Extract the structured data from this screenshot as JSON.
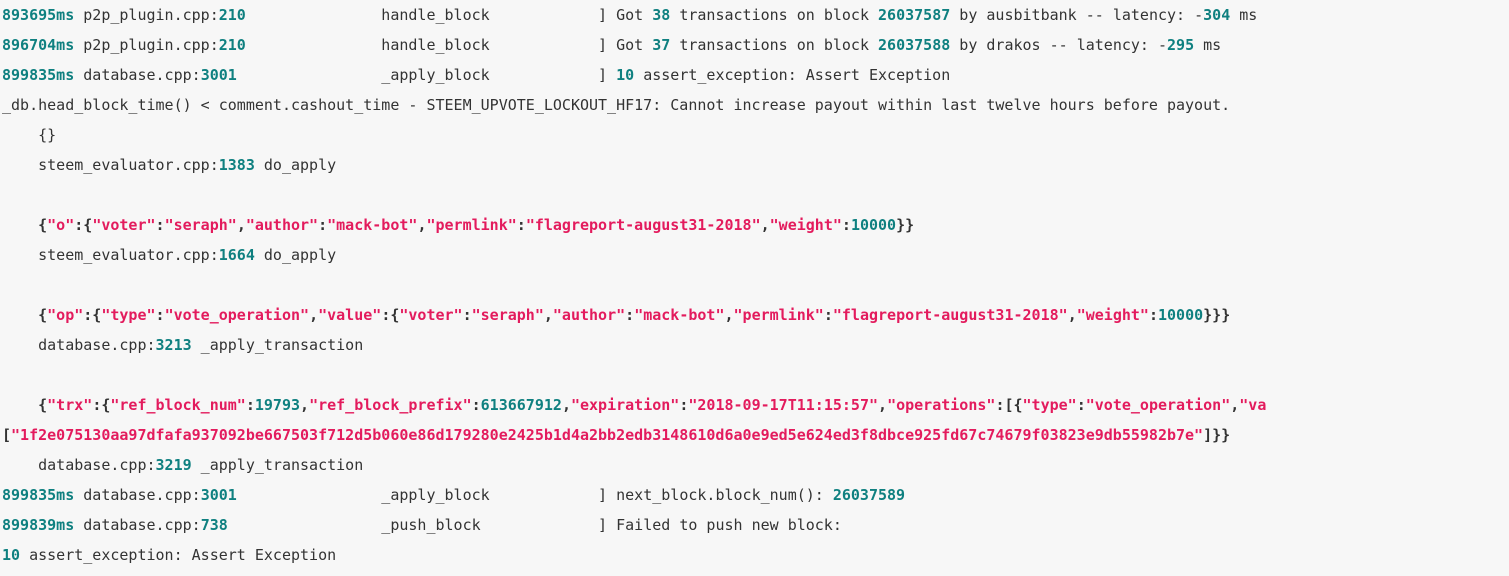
{
  "console": {
    "title": "steemd node log output",
    "background_color": "#f7f7f7",
    "colors": {
      "timestamp": "#0f8080",
      "number": "#0f8080",
      "string": "#e31b5d",
      "text": "#333333",
      "punct": "#333333"
    },
    "lines": [
      {
        "id": "line-1",
        "tokens": [
          {
            "type": "time",
            "text": "893695ms"
          },
          {
            "type": "text",
            "text": " p2p_plugin.cpp:"
          },
          {
            "type": "num",
            "text": "210"
          },
          {
            "type": "text",
            "text": "               handle_block            ] Got "
          },
          {
            "type": "num",
            "text": "38"
          },
          {
            "type": "text",
            "text": " transactions on block "
          },
          {
            "type": "num",
            "text": "26037587"
          },
          {
            "type": "text",
            "text": " by ausbitbank -- latency: -"
          },
          {
            "type": "num",
            "text": "304"
          },
          {
            "type": "text",
            "text": " ms"
          }
        ]
      },
      {
        "id": "line-2",
        "tokens": [
          {
            "type": "time",
            "text": "896704ms"
          },
          {
            "type": "text",
            "text": " p2p_plugin.cpp:"
          },
          {
            "type": "num",
            "text": "210"
          },
          {
            "type": "text",
            "text": "               handle_block            ] Got "
          },
          {
            "type": "num",
            "text": "37"
          },
          {
            "type": "text",
            "text": " transactions on block "
          },
          {
            "type": "num",
            "text": "26037588"
          },
          {
            "type": "text",
            "text": " by drakos -- latency: -"
          },
          {
            "type": "num",
            "text": "295"
          },
          {
            "type": "text",
            "text": " ms"
          }
        ]
      },
      {
        "id": "line-3",
        "tokens": [
          {
            "type": "time",
            "text": "899835ms"
          },
          {
            "type": "text",
            "text": " database.cpp:"
          },
          {
            "type": "num",
            "text": "3001"
          },
          {
            "type": "text",
            "text": "                _apply_block            ] "
          },
          {
            "type": "num",
            "text": "10"
          },
          {
            "type": "text",
            "text": " assert_exception: Assert Exception"
          }
        ]
      },
      {
        "id": "line-4",
        "tokens": [
          {
            "type": "text",
            "text": "_db.head_block_time() < comment.cashout_time - STEEM_UPVOTE_LOCKOUT_HF17: Cannot increase payout within last twelve hours before payout."
          }
        ]
      },
      {
        "id": "line-5",
        "tokens": [
          {
            "type": "text",
            "text": "    {}"
          }
        ]
      },
      {
        "id": "line-6",
        "tokens": [
          {
            "type": "text",
            "text": "    steem_evaluator.cpp:"
          },
          {
            "type": "num",
            "text": "1383"
          },
          {
            "type": "text",
            "text": " do_apply"
          }
        ]
      },
      {
        "id": "line-7",
        "blank": true,
        "tokens": []
      },
      {
        "id": "line-8",
        "tokens": [
          {
            "type": "punct",
            "text": "    {"
          },
          {
            "type": "str",
            "text": "\"o\""
          },
          {
            "type": "punct",
            "text": ":{"
          },
          {
            "type": "str",
            "text": "\"voter\""
          },
          {
            "type": "punct",
            "text": ":"
          },
          {
            "type": "str",
            "text": "\"seraph\""
          },
          {
            "type": "punct",
            "text": ","
          },
          {
            "type": "str",
            "text": "\"author\""
          },
          {
            "type": "punct",
            "text": ":"
          },
          {
            "type": "str",
            "text": "\"mack-bot\""
          },
          {
            "type": "punct",
            "text": ","
          },
          {
            "type": "str",
            "text": "\"permlink\""
          },
          {
            "type": "punct",
            "text": ":"
          },
          {
            "type": "str",
            "text": "\"flagreport-august31-2018\""
          },
          {
            "type": "punct",
            "text": ","
          },
          {
            "type": "str",
            "text": "\"weight\""
          },
          {
            "type": "punct",
            "text": ":"
          },
          {
            "type": "num",
            "text": "10000"
          },
          {
            "type": "punct",
            "text": "}}"
          }
        ]
      },
      {
        "id": "line-9",
        "tokens": [
          {
            "type": "text",
            "text": "    steem_evaluator.cpp:"
          },
          {
            "type": "num",
            "text": "1664"
          },
          {
            "type": "text",
            "text": " do_apply"
          }
        ]
      },
      {
        "id": "line-10",
        "blank": true,
        "tokens": []
      },
      {
        "id": "line-11",
        "tokens": [
          {
            "type": "punct",
            "text": "    {"
          },
          {
            "type": "str",
            "text": "\"op\""
          },
          {
            "type": "punct",
            "text": ":{"
          },
          {
            "type": "str",
            "text": "\"type\""
          },
          {
            "type": "punct",
            "text": ":"
          },
          {
            "type": "str",
            "text": "\"vote_operation\""
          },
          {
            "type": "punct",
            "text": ","
          },
          {
            "type": "str",
            "text": "\"value\""
          },
          {
            "type": "punct",
            "text": ":{"
          },
          {
            "type": "str",
            "text": "\"voter\""
          },
          {
            "type": "punct",
            "text": ":"
          },
          {
            "type": "str",
            "text": "\"seraph\""
          },
          {
            "type": "punct",
            "text": ","
          },
          {
            "type": "str",
            "text": "\"author\""
          },
          {
            "type": "punct",
            "text": ":"
          },
          {
            "type": "str",
            "text": "\"mack-bot\""
          },
          {
            "type": "punct",
            "text": ","
          },
          {
            "type": "str",
            "text": "\"permlink\""
          },
          {
            "type": "punct",
            "text": ":"
          },
          {
            "type": "str",
            "text": "\"flagreport-august31-2018\""
          },
          {
            "type": "punct",
            "text": ","
          },
          {
            "type": "str",
            "text": "\"weight\""
          },
          {
            "type": "punct",
            "text": ":"
          },
          {
            "type": "num",
            "text": "10000"
          },
          {
            "type": "punct",
            "text": "}}}"
          }
        ]
      },
      {
        "id": "line-12",
        "tokens": [
          {
            "type": "text",
            "text": "    database.cpp:"
          },
          {
            "type": "num",
            "text": "3213"
          },
          {
            "type": "text",
            "text": " _apply_transaction"
          }
        ]
      },
      {
        "id": "line-13",
        "blank": true,
        "tokens": []
      },
      {
        "id": "line-14",
        "tokens": [
          {
            "type": "punct",
            "text": "    {"
          },
          {
            "type": "str",
            "text": "\"trx\""
          },
          {
            "type": "punct",
            "text": ":{"
          },
          {
            "type": "str",
            "text": "\"ref_block_num\""
          },
          {
            "type": "punct",
            "text": ":"
          },
          {
            "type": "num",
            "text": "19793"
          },
          {
            "type": "punct",
            "text": ","
          },
          {
            "type": "str",
            "text": "\"ref_block_prefix\""
          },
          {
            "type": "punct",
            "text": ":"
          },
          {
            "type": "num",
            "text": "613667912"
          },
          {
            "type": "punct",
            "text": ","
          },
          {
            "type": "str",
            "text": "\"expiration\""
          },
          {
            "type": "punct",
            "text": ":"
          },
          {
            "type": "str",
            "text": "\"2018-09-17T11:15:57\""
          },
          {
            "type": "punct",
            "text": ","
          },
          {
            "type": "str",
            "text": "\"operations\""
          },
          {
            "type": "punct",
            "text": ":[{"
          },
          {
            "type": "str",
            "text": "\"type\""
          },
          {
            "type": "punct",
            "text": ":"
          },
          {
            "type": "str",
            "text": "\"vote_operation\""
          },
          {
            "type": "punct",
            "text": ","
          },
          {
            "type": "str",
            "text": "\"va"
          }
        ]
      },
      {
        "id": "line-15",
        "tokens": [
          {
            "type": "punct",
            "text": "["
          },
          {
            "type": "str",
            "text": "\"1f2e075130aa97dfafa937092be667503f712d5b060e86d179280e2425b1d4a2bb2edb3148610d6a0e9ed5e624ed3f8dbce925fd67c74679f03823e9db55982b7e\""
          },
          {
            "type": "punct",
            "text": "]}}"
          }
        ]
      },
      {
        "id": "line-16",
        "tokens": [
          {
            "type": "text",
            "text": "    database.cpp:"
          },
          {
            "type": "num",
            "text": "3219"
          },
          {
            "type": "text",
            "text": " _apply_transaction"
          }
        ]
      },
      {
        "id": "line-17",
        "tokens": [
          {
            "type": "time",
            "text": "899835ms"
          },
          {
            "type": "text",
            "text": " database.cpp:"
          },
          {
            "type": "num",
            "text": "3001"
          },
          {
            "type": "text",
            "text": "                _apply_block            ] next_block.block_num(): "
          },
          {
            "type": "num",
            "text": "26037589"
          }
        ]
      },
      {
        "id": "line-18",
        "tokens": [
          {
            "type": "time",
            "text": "899839ms"
          },
          {
            "type": "text",
            "text": " database.cpp:"
          },
          {
            "type": "num",
            "text": "738"
          },
          {
            "type": "text",
            "text": "                 _push_block             ] Failed to push new block:"
          }
        ]
      },
      {
        "id": "line-19",
        "tokens": [
          {
            "type": "num",
            "text": "10"
          },
          {
            "type": "text",
            "text": " assert_exception: Assert Exception"
          }
        ]
      }
    ]
  }
}
